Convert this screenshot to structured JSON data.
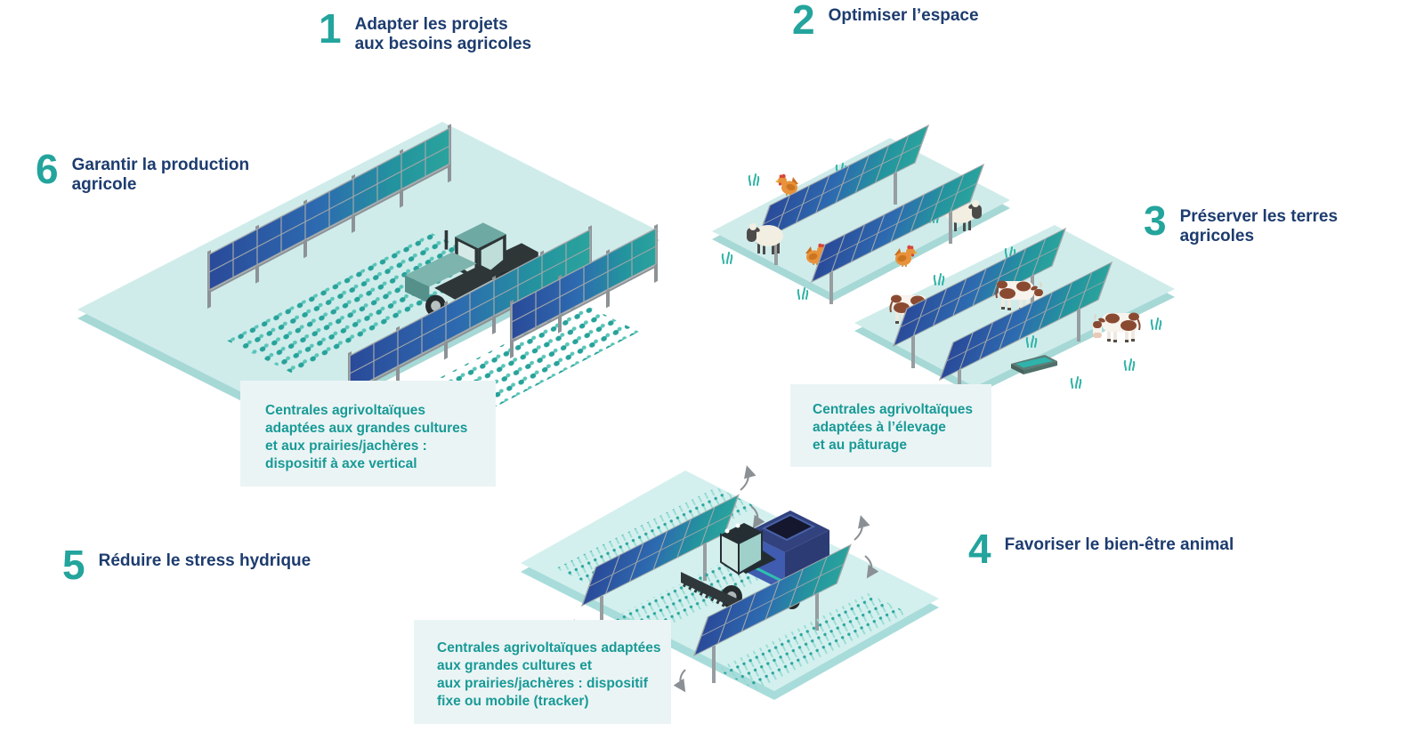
{
  "page": {
    "background": "#ffffff"
  },
  "colors": {
    "number_teal": "#23a49d",
    "heading_navy": "#1d3c6f",
    "caption_bg": "#ebf4f5",
    "caption_text": "#189a96",
    "panel_blue": "#2a4a99",
    "panel_teal": "#2aa39d",
    "platform_top": "#cfeceb",
    "platform_side": "#a6d8d6"
  },
  "labels": [
    {
      "number": "1",
      "lines": [
        "Adapter les projets",
        "aux besoins agricoles"
      ]
    },
    {
      "number": "2",
      "lines": [
        "Optimiser l’espace"
      ]
    },
    {
      "number": "3",
      "lines": [
        "Préserver les terres",
        "agricoles"
      ]
    },
    {
      "number": "4",
      "lines": [
        "Favoriser le bien-être animal"
      ]
    },
    {
      "number": "5",
      "lines": [
        "Réduire le stress hydrique"
      ]
    },
    {
      "number": "6",
      "lines": [
        "Garantir la production",
        "agricole"
      ]
    }
  ],
  "captions": [
    {
      "lines": [
        "Centrales agrivoltaïques",
        "adaptées aux grandes cultures",
        "et aux prairies/jachères :",
        "dispositif à axe vertical"
      ]
    },
    {
      "lines": [
        "Centrales agrivoltaïques",
        "adaptées à l’élevage",
        "et au pâturage"
      ]
    },
    {
      "lines": [
        "Centrales agrivoltaïques adaptées",
        "aux grandes cultures et",
        "aux prairies/jachères : dispositif",
        "fixe ou mobile (tracker)"
      ]
    }
  ],
  "illustrations": [
    {
      "name": "vertical-axis-solar-with-tractor"
    },
    {
      "name": "solar-tables-with-livestock"
    },
    {
      "name": "tracker-solar-with-harvester"
    }
  ]
}
